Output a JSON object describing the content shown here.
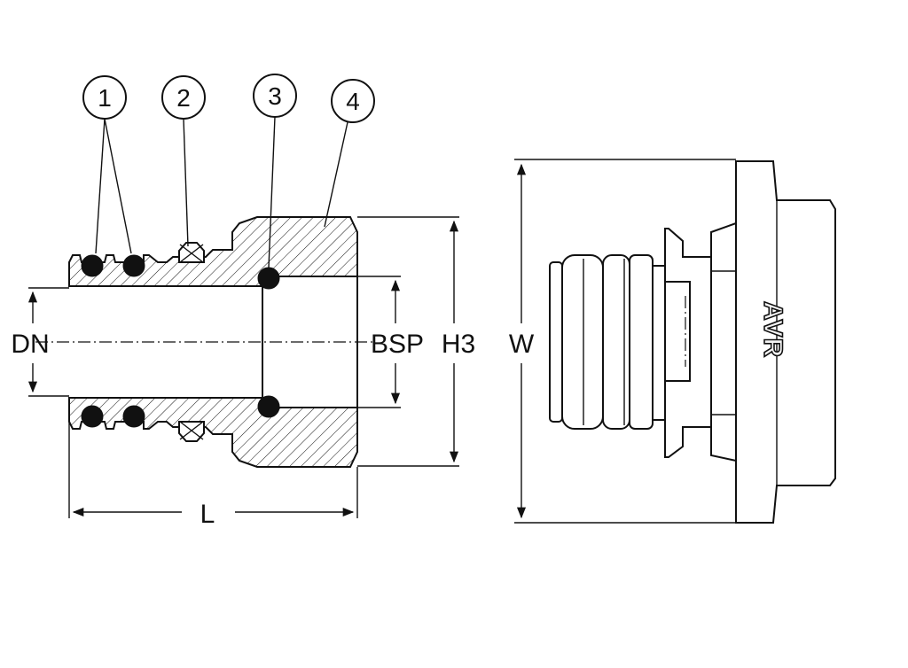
{
  "callouts": [
    "1",
    "2",
    "3",
    "4"
  ],
  "dimensions": {
    "dn": "DN",
    "bsp": "BSP",
    "h3": "H3",
    "w": "W",
    "l": "L"
  },
  "logo": "AVR",
  "colors": {
    "line": "#111111",
    "background": "#ffffff",
    "ring": "#111111"
  }
}
